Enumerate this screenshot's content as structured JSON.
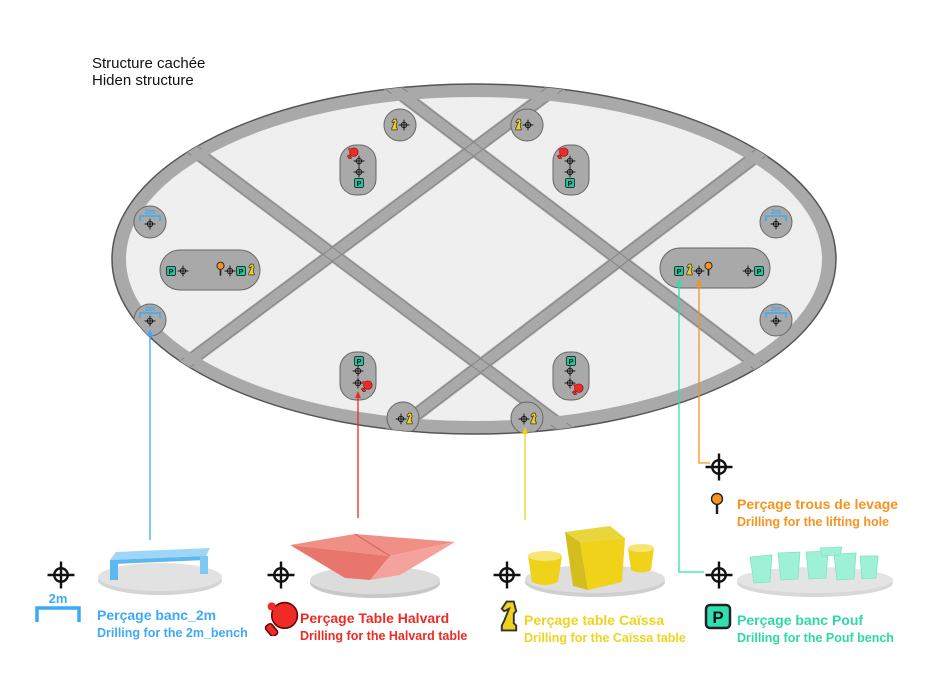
{
  "title": {
    "fr": "Structure cachée",
    "en": "Hiden structure"
  },
  "colors": {
    "bench_2m": "#3fa9f5",
    "halvard": "#ee2b24",
    "caissa": "#f0d21a",
    "caissa_text": "#eed41f",
    "lifting": "#f7931e",
    "pouf": "#2fe0b0",
    "pouf_text": "#2fd9a6",
    "structure": "#a9a9a9",
    "panel": "#ececec"
  },
  "icons": {
    "drill": "crosshair-icon",
    "bench": "bench-2m-icon",
    "halvard": "ping-pong-paddle-icon",
    "caissa": "chess-knight-icon",
    "lifting": "lifting-pin-icon",
    "pouf": "pouf-p-icon"
  },
  "badge_2m": "2m",
  "badge_p": "P",
  "legend": [
    {
      "id": "bench",
      "fr": "Perçage banc_2m",
      "en": "Drilling for the 2m_bench"
    },
    {
      "id": "halvard",
      "fr": "Perçage Table Halvard",
      "en": "Drilling for the Halvard table"
    },
    {
      "id": "caissa",
      "fr": "Perçage table Caïssa",
      "en": "Drilling for the Caïssa table"
    },
    {
      "id": "lifting",
      "fr": "Perçage trous de levage",
      "en": "Drilling for the lifting hole"
    },
    {
      "id": "pouf",
      "fr": "Perçage banc Pouf",
      "en": "Drilling for the Pouf bench"
    }
  ]
}
